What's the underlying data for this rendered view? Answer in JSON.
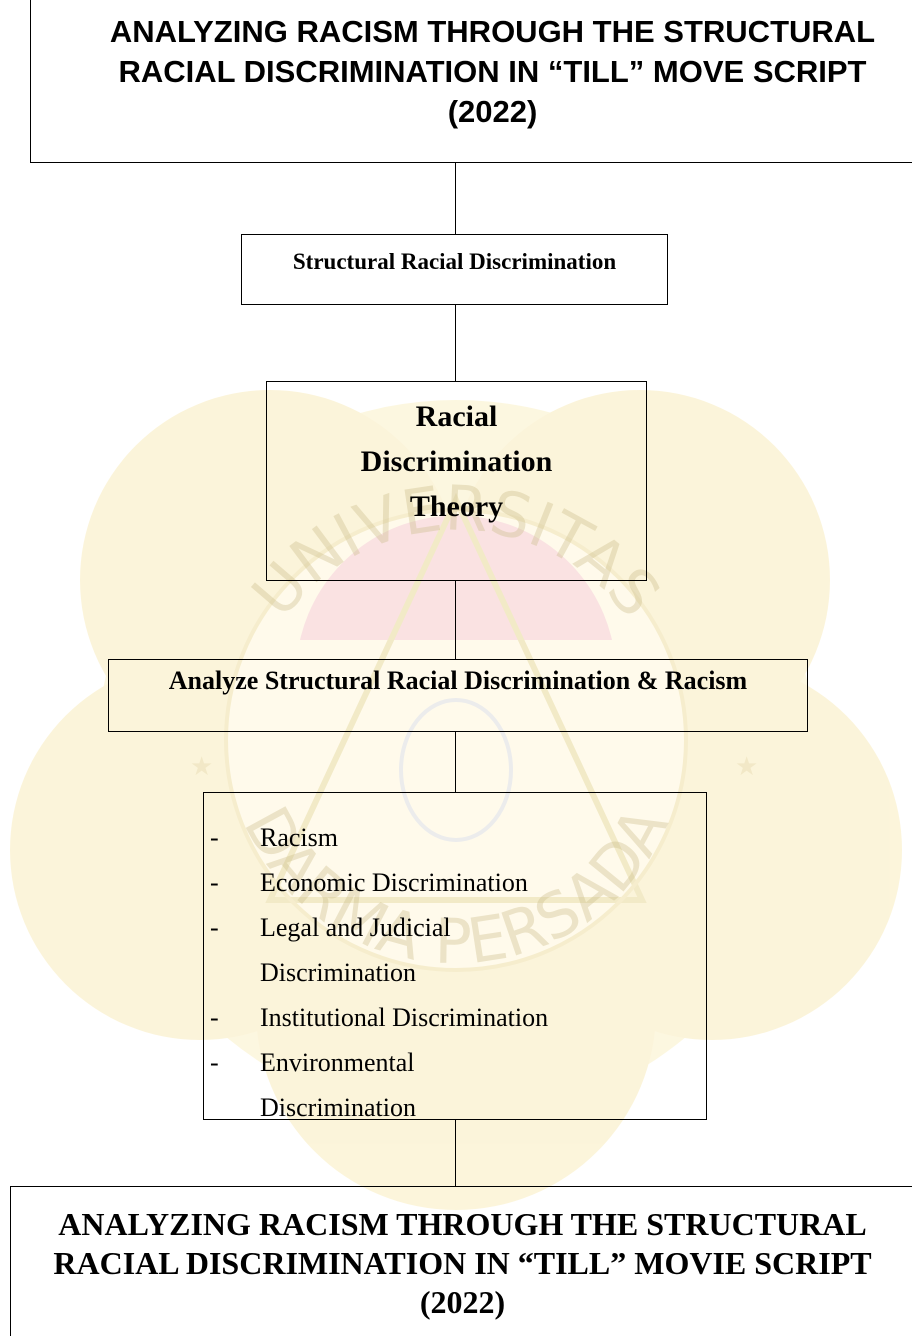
{
  "colors": {
    "watermark_yellow": "#f7e7a6",
    "watermark_pink": "#f6c9c9",
    "border": "#000000"
  },
  "header_title": [
    "ANALYZING RACISM THROUGH THE STRUCTURAL",
    "RACIAL DISCRIMINATION IN “TILL” MOVE SCRIPT",
    "(2022)"
  ],
  "nodes": {
    "structural": "Structural Racial Discrimination",
    "theory": [
      "Racial",
      "Discrimination",
      "Theory"
    ],
    "analyze": "Analyze Structural Racial Discrimination & Racism"
  },
  "list_items": [
    {
      "bullet": "-",
      "text": "Racism"
    },
    {
      "bullet": "-",
      "text": "Economic Discrimination"
    },
    {
      "bullet": "-",
      "text": "Legal and Judicial",
      "continuation": "Discrimination"
    },
    {
      "bullet": "-",
      "text": "Institutional Discrimination"
    },
    {
      "bullet": "-",
      "text": "Environmental",
      "continuation": "Discrimination"
    }
  ],
  "footer_title": [
    "ANALYZING RACISM THROUGH THE STRUCTURAL",
    "RACIAL DISCRIMINATION IN “TILL” MOVIE SCRIPT",
    "(2022)"
  ],
  "watermark": {
    "text_top": "UNIVERSITAS",
    "text_bottom": "DARMA PERSADA"
  }
}
